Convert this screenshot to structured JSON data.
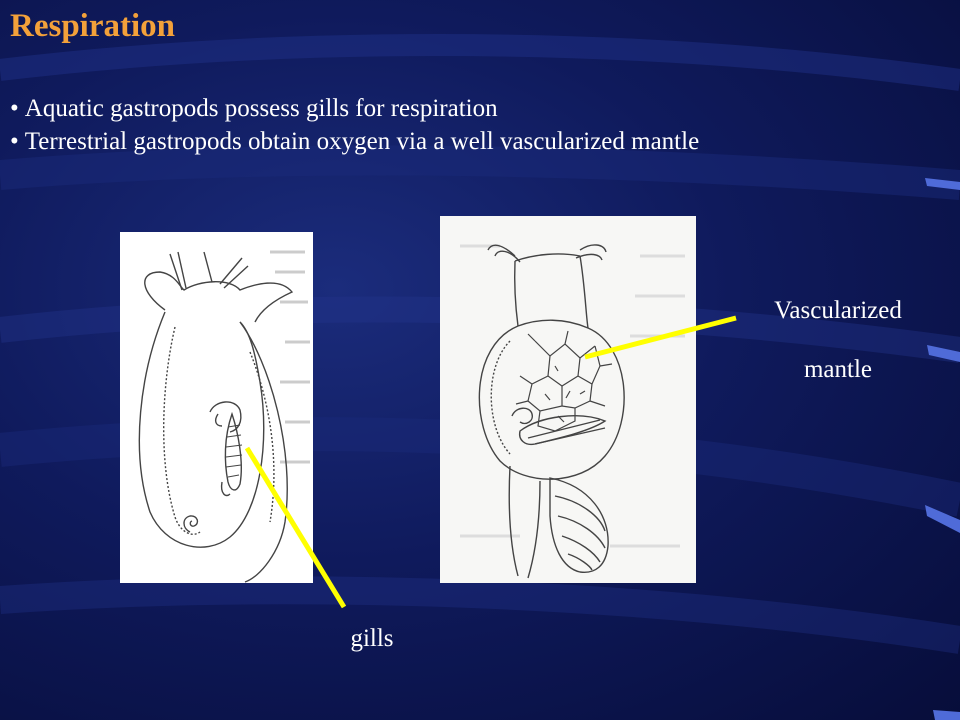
{
  "slide": {
    "title": "Respiration",
    "bullets": [
      {
        "marker": "•",
        "text": "Aquatic gastropods possess gills for respiration"
      },
      {
        "marker": "•",
        "text": "Terrestrial gastropods obtain oxygen via a well vascularized mantle"
      }
    ]
  },
  "labels": {
    "vascularized": "Vascularized",
    "mantle": "mantle",
    "gills": "gills"
  },
  "colors": {
    "background": "#0f1a5c",
    "title": "#f3a13a",
    "text": "#ffffff",
    "pointer": "#ffff00"
  }
}
